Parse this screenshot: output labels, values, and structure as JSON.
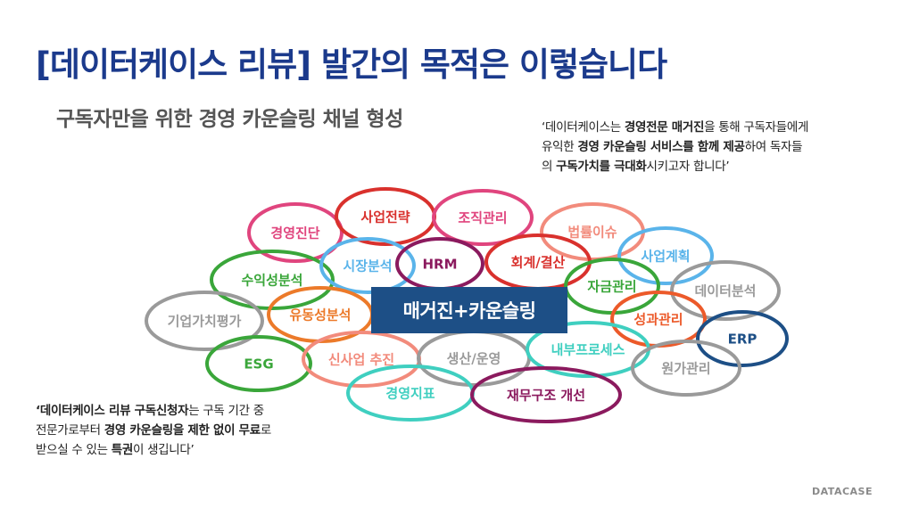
{
  "slide": {
    "title": "[데이터케이스 리뷰] 발간의 목적은 이렇습니다",
    "subtitle": "구독자만을 위한 경영 카운슬링 채널 형성",
    "brand": "DATACASE",
    "note_top": {
      "l1a": "‘데이터케이스는 ",
      "l1b": "경영전문 매거진",
      "l1c": "을 통해 구독자들에게",
      "l2a": "유익한 ",
      "l2b": "경영 카운슬링 서비스를 함께 제공",
      "l2c": "하여 독자들",
      "l3a": "의 ",
      "l3b": "구독가치를 극대화",
      "l3c": "시키고자 합니다’"
    },
    "note_bottom": {
      "l1a": "‘데이터케이스 리뷰 구독신청자",
      "l1b": "는 구독 기간 중",
      "l2a": "전문가로부터 ",
      "l2b": "경영 카운슬링을 제한 없이 무료",
      "l2c": "로",
      "l3a": "받으실 수 있는 ",
      "l3b": "특권",
      "l3c": "이 생깁니다’"
    }
  },
  "diagram": {
    "center_label": "매거진+카운슬링",
    "rings": [
      {
        "name": "ring-business-diagnosis",
        "label": "경영진단",
        "color": "#e0457e"
      },
      {
        "name": "ring-business-strategy",
        "label": "사업전략",
        "color": "#d9312d"
      },
      {
        "name": "ring-organization",
        "label": "조직관리",
        "color": "#e0457e"
      },
      {
        "name": "ring-legal-issues",
        "label": "법률이슈",
        "color": "#f28b7c"
      },
      {
        "name": "ring-business-plan",
        "label": "사업계획",
        "color": "#5ab4ea"
      },
      {
        "name": "ring-profitability",
        "label": "수익성분석",
        "color": "#3aa63a"
      },
      {
        "name": "ring-market-analysis",
        "label": "시장분석",
        "color": "#5ab4ea"
      },
      {
        "name": "ring-hrm",
        "label": "HRM",
        "color": "#8b1a5e"
      },
      {
        "name": "ring-accounting",
        "label": "회계/결산",
        "color": "#d9312d"
      },
      {
        "name": "ring-funding",
        "label": "자금관리",
        "color": "#3aa63a"
      },
      {
        "name": "ring-data-analysis",
        "label": "데이터분석",
        "color": "#9a9a9a"
      },
      {
        "name": "ring-valuation",
        "label": "기업가치평가",
        "color": "#9a9a9a"
      },
      {
        "name": "ring-liquidity",
        "label": "유동성분석",
        "color": "#ec7a2a"
      },
      {
        "name": "ring-performance",
        "label": "성과관리",
        "color": "#ec5a2a"
      },
      {
        "name": "ring-erp",
        "label": "ERP",
        "color": "#1d4f86"
      },
      {
        "name": "ring-esg",
        "label": "ESG",
        "color": "#3aa63a"
      },
      {
        "name": "ring-new-business",
        "label": "신사업 추진",
        "color": "#f28b7c"
      },
      {
        "name": "ring-production",
        "label": "생산/운영",
        "color": "#9a9a9a"
      },
      {
        "name": "ring-internal-process",
        "label": "내부프로세스",
        "color": "#3fcfc0"
      },
      {
        "name": "ring-cost-management",
        "label": "원가관리",
        "color": "#9a9a9a"
      },
      {
        "name": "ring-business-metrics",
        "label": "경영지표",
        "color": "#3fcfc0"
      },
      {
        "name": "ring-financial-restructure",
        "label": "재무구조 개선",
        "color": "#8b1a5e"
      }
    ]
  }
}
